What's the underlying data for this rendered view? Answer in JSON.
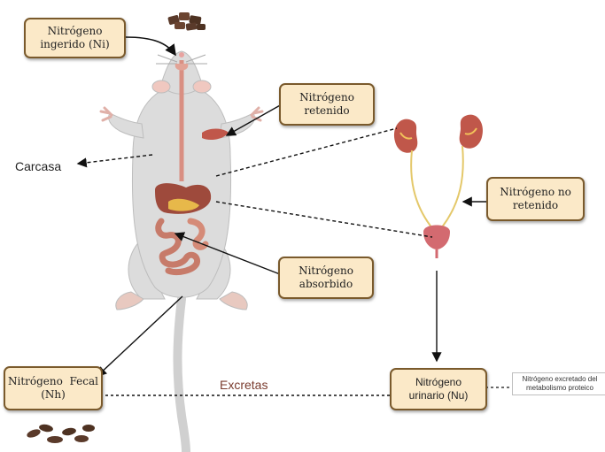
{
  "labels": {
    "nitrogen_ingested": [
      "Nitrógeno",
      "ingerido (Ni)"
    ],
    "nitrogen_retained": [
      "Nitrógeno",
      "retenido"
    ],
    "carcass": "Carcasa",
    "nitrogen_not_retained": [
      "Nitrógeno no",
      "retenido"
    ],
    "nitrogen_absorbed": [
      "Nitrógeno",
      "absorbido"
    ],
    "nitrogen_fecal": [
      "Nitrógeno  Fecal",
      "(Nh)"
    ],
    "excretions": "Excretas",
    "nitrogen_urinary": [
      "Nitrógeno",
      "urinario (Nu)"
    ],
    "protein_metabolism_note": [
      "Nitrógeno excretado del",
      "metabolismo proteico"
    ]
  },
  "colors": {
    "box_fill": "#fbe9c8",
    "box_border": "#7a5a2c",
    "excretas_text": "#7a3b2e",
    "rat_body": "#dcdcdc",
    "organ": "#c77b6a",
    "kidney": "#c0574a",
    "pellet": "#5a3a2a"
  }
}
